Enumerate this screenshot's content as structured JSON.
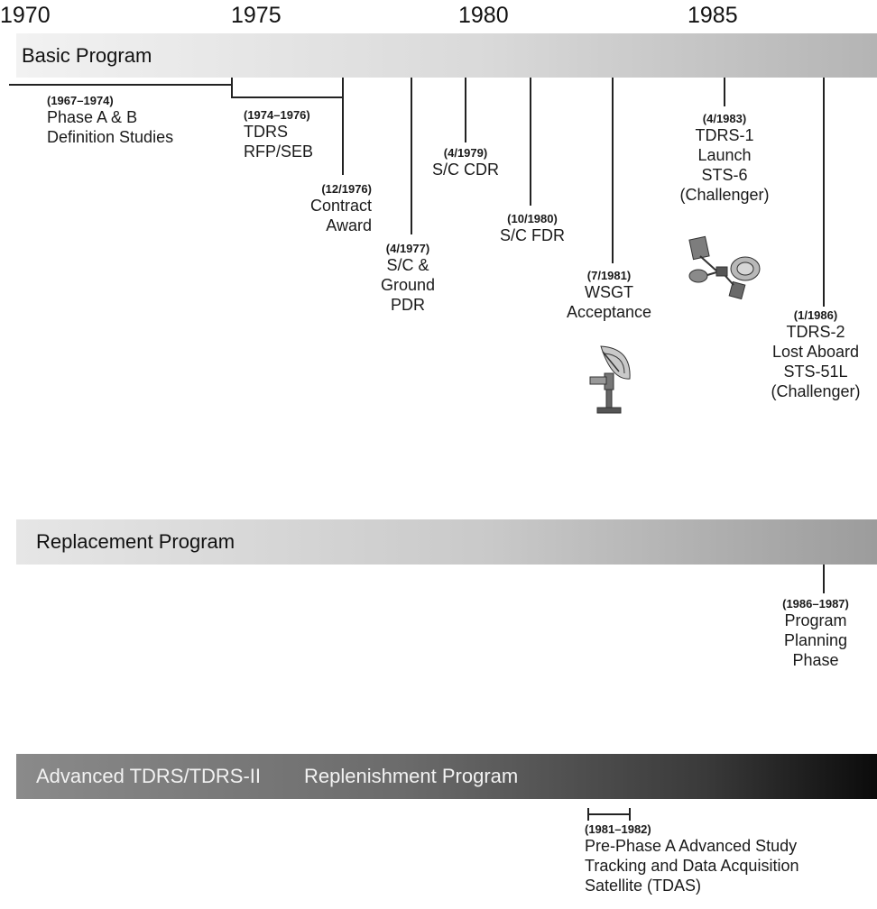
{
  "axis": {
    "years": [
      "1970",
      "1975",
      "1980",
      "1985"
    ]
  },
  "bands": {
    "basic": {
      "label": "Basic Program"
    },
    "replacement": {
      "label": "Replacement Program"
    },
    "advanced": {
      "label_left": "Advanced TDRS/TDRS-II",
      "label_right": "Replenishment Program"
    }
  },
  "events": {
    "phase_ab": {
      "date": "(1967–1974)",
      "lines": [
        "Phase A & B",
        "Definition Studies"
      ]
    },
    "tdrs_rfp": {
      "date": "(1974–1976)",
      "lines": [
        "TDRS",
        "RFP/SEB"
      ]
    },
    "contract": {
      "date": "(12/1976)",
      "lines": [
        "Contract",
        "Award"
      ]
    },
    "pdr": {
      "date": "(4/1977)",
      "lines": [
        "S/C &",
        "Ground",
        "PDR"
      ]
    },
    "cdr": {
      "date": "(4/1979)",
      "lines": [
        "S/C CDR"
      ]
    },
    "fdr": {
      "date": "(10/1980)",
      "lines": [
        "S/C FDR"
      ]
    },
    "wsgt": {
      "date": "(7/1981)",
      "lines": [
        "WSGT",
        "Acceptance"
      ]
    },
    "tdrs1": {
      "date": "(4/1983)",
      "lines": [
        "TDRS-1",
        "Launch",
        "STS-6",
        "(Challenger)"
      ]
    },
    "tdrs2": {
      "date": "(1/1986)",
      "lines": [
        "TDRS-2",
        "Lost Aboard",
        "STS-51L",
        "(Challenger)"
      ]
    },
    "planning": {
      "date": "(1986–1987)",
      "lines": [
        "Program",
        "Planning",
        "Phase"
      ]
    },
    "prephase": {
      "date": "(1981–1982)",
      "lines": [
        "Pre-Phase A Advanced Study",
        "Tracking and Data Acquisition",
        "Satellite (TDAS)"
      ]
    }
  }
}
